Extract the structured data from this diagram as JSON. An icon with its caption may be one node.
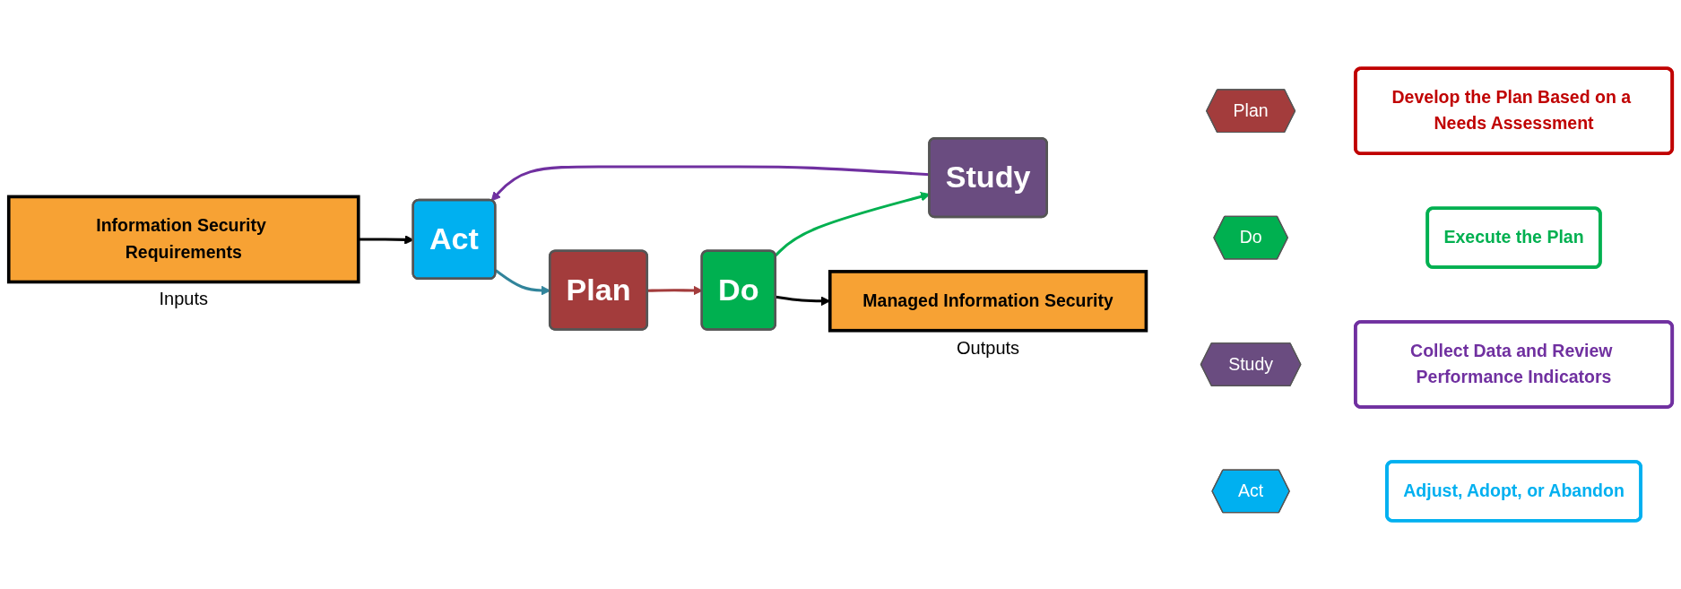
{
  "diagram": {
    "nodes": [
      {
        "text": [
          "Information Security Requirements"
        ],
        "beside": [
          "Inputs"
        ]
      },
      {
        "text": [
          "Act"
        ]
      },
      {
        "text": [
          "Plan"
        ]
      },
      {
        "text": [
          "Do"
        ]
      },
      {
        "text": [
          "Study"
        ]
      },
      {
        "text": [
          "Managed Information Security"
        ],
        "beside": [
          "Outputs"
        ]
      },
      {
        "text": [
          "Plan"
        ]
      },
      {
        "text": [
          "Do"
        ]
      },
      {
        "text": [
          "Study"
        ]
      },
      {
        "text": [
          "Act"
        ]
      },
      {
        "text": [
          "Develop the Plan Based on a Needs Assessment"
        ]
      },
      {
        "text": [
          "Execute the Plan"
        ]
      },
      {
        "text": [
          "Collect Data and Review Performance Indicators"
        ]
      },
      {
        "text": [
          "Adjust, Adopt, or Abandon"
        ]
      }
    ],
    "edges": [
      {
        "from": 0,
        "to": 1,
        "arrow": "to",
        "color": "#000000"
      },
      {
        "from": 1,
        "to": 2,
        "arrow": "to",
        "color": "#31849b"
      },
      {
        "from": 2,
        "to": 3,
        "arrow": "to",
        "color": "#a33c3c"
      },
      {
        "from": 3,
        "to": 4,
        "arrow": "to",
        "color": "#00b050"
      },
      {
        "from": 4,
        "to": 1,
        "arrow": "to",
        "color": "#7030a0"
      },
      {
        "from": 3,
        "to": 5,
        "arrow": "to",
        "color": "#000000"
      }
    ]
  }
}
